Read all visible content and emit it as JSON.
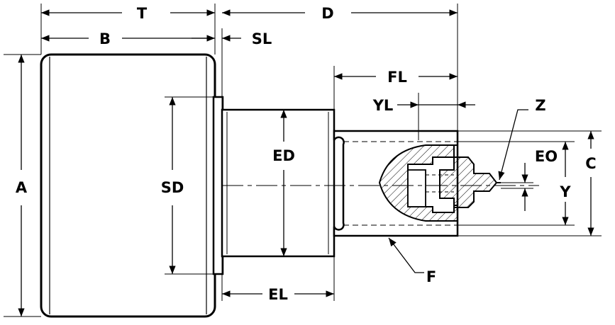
{
  "diagram": {
    "labels": {
      "T": "T",
      "D": "D",
      "B": "B",
      "SL": "SL",
      "FL": "FL",
      "YL": "YL",
      "Z": "Z",
      "A": "A",
      "SD": "SD",
      "ED": "ED",
      "EO": "EO",
      "C": "C",
      "Y": "Y",
      "EL": "EL",
      "F": "F"
    },
    "colors": {
      "line": "#000000",
      "background": "#ffffff",
      "hatch": "#000000"
    }
  }
}
